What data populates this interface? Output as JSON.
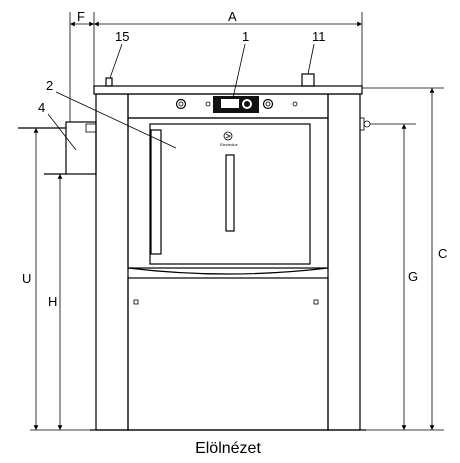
{
  "diagram": {
    "caption": "Elölnézet",
    "labels": {
      "A": "A",
      "F": "F",
      "C": "C",
      "G": "G",
      "U": "U",
      "H": "H",
      "n15": "15",
      "n1": "1",
      "n11": "11",
      "n2": "2",
      "n4": "4"
    },
    "brand": "Electrolux"
  }
}
